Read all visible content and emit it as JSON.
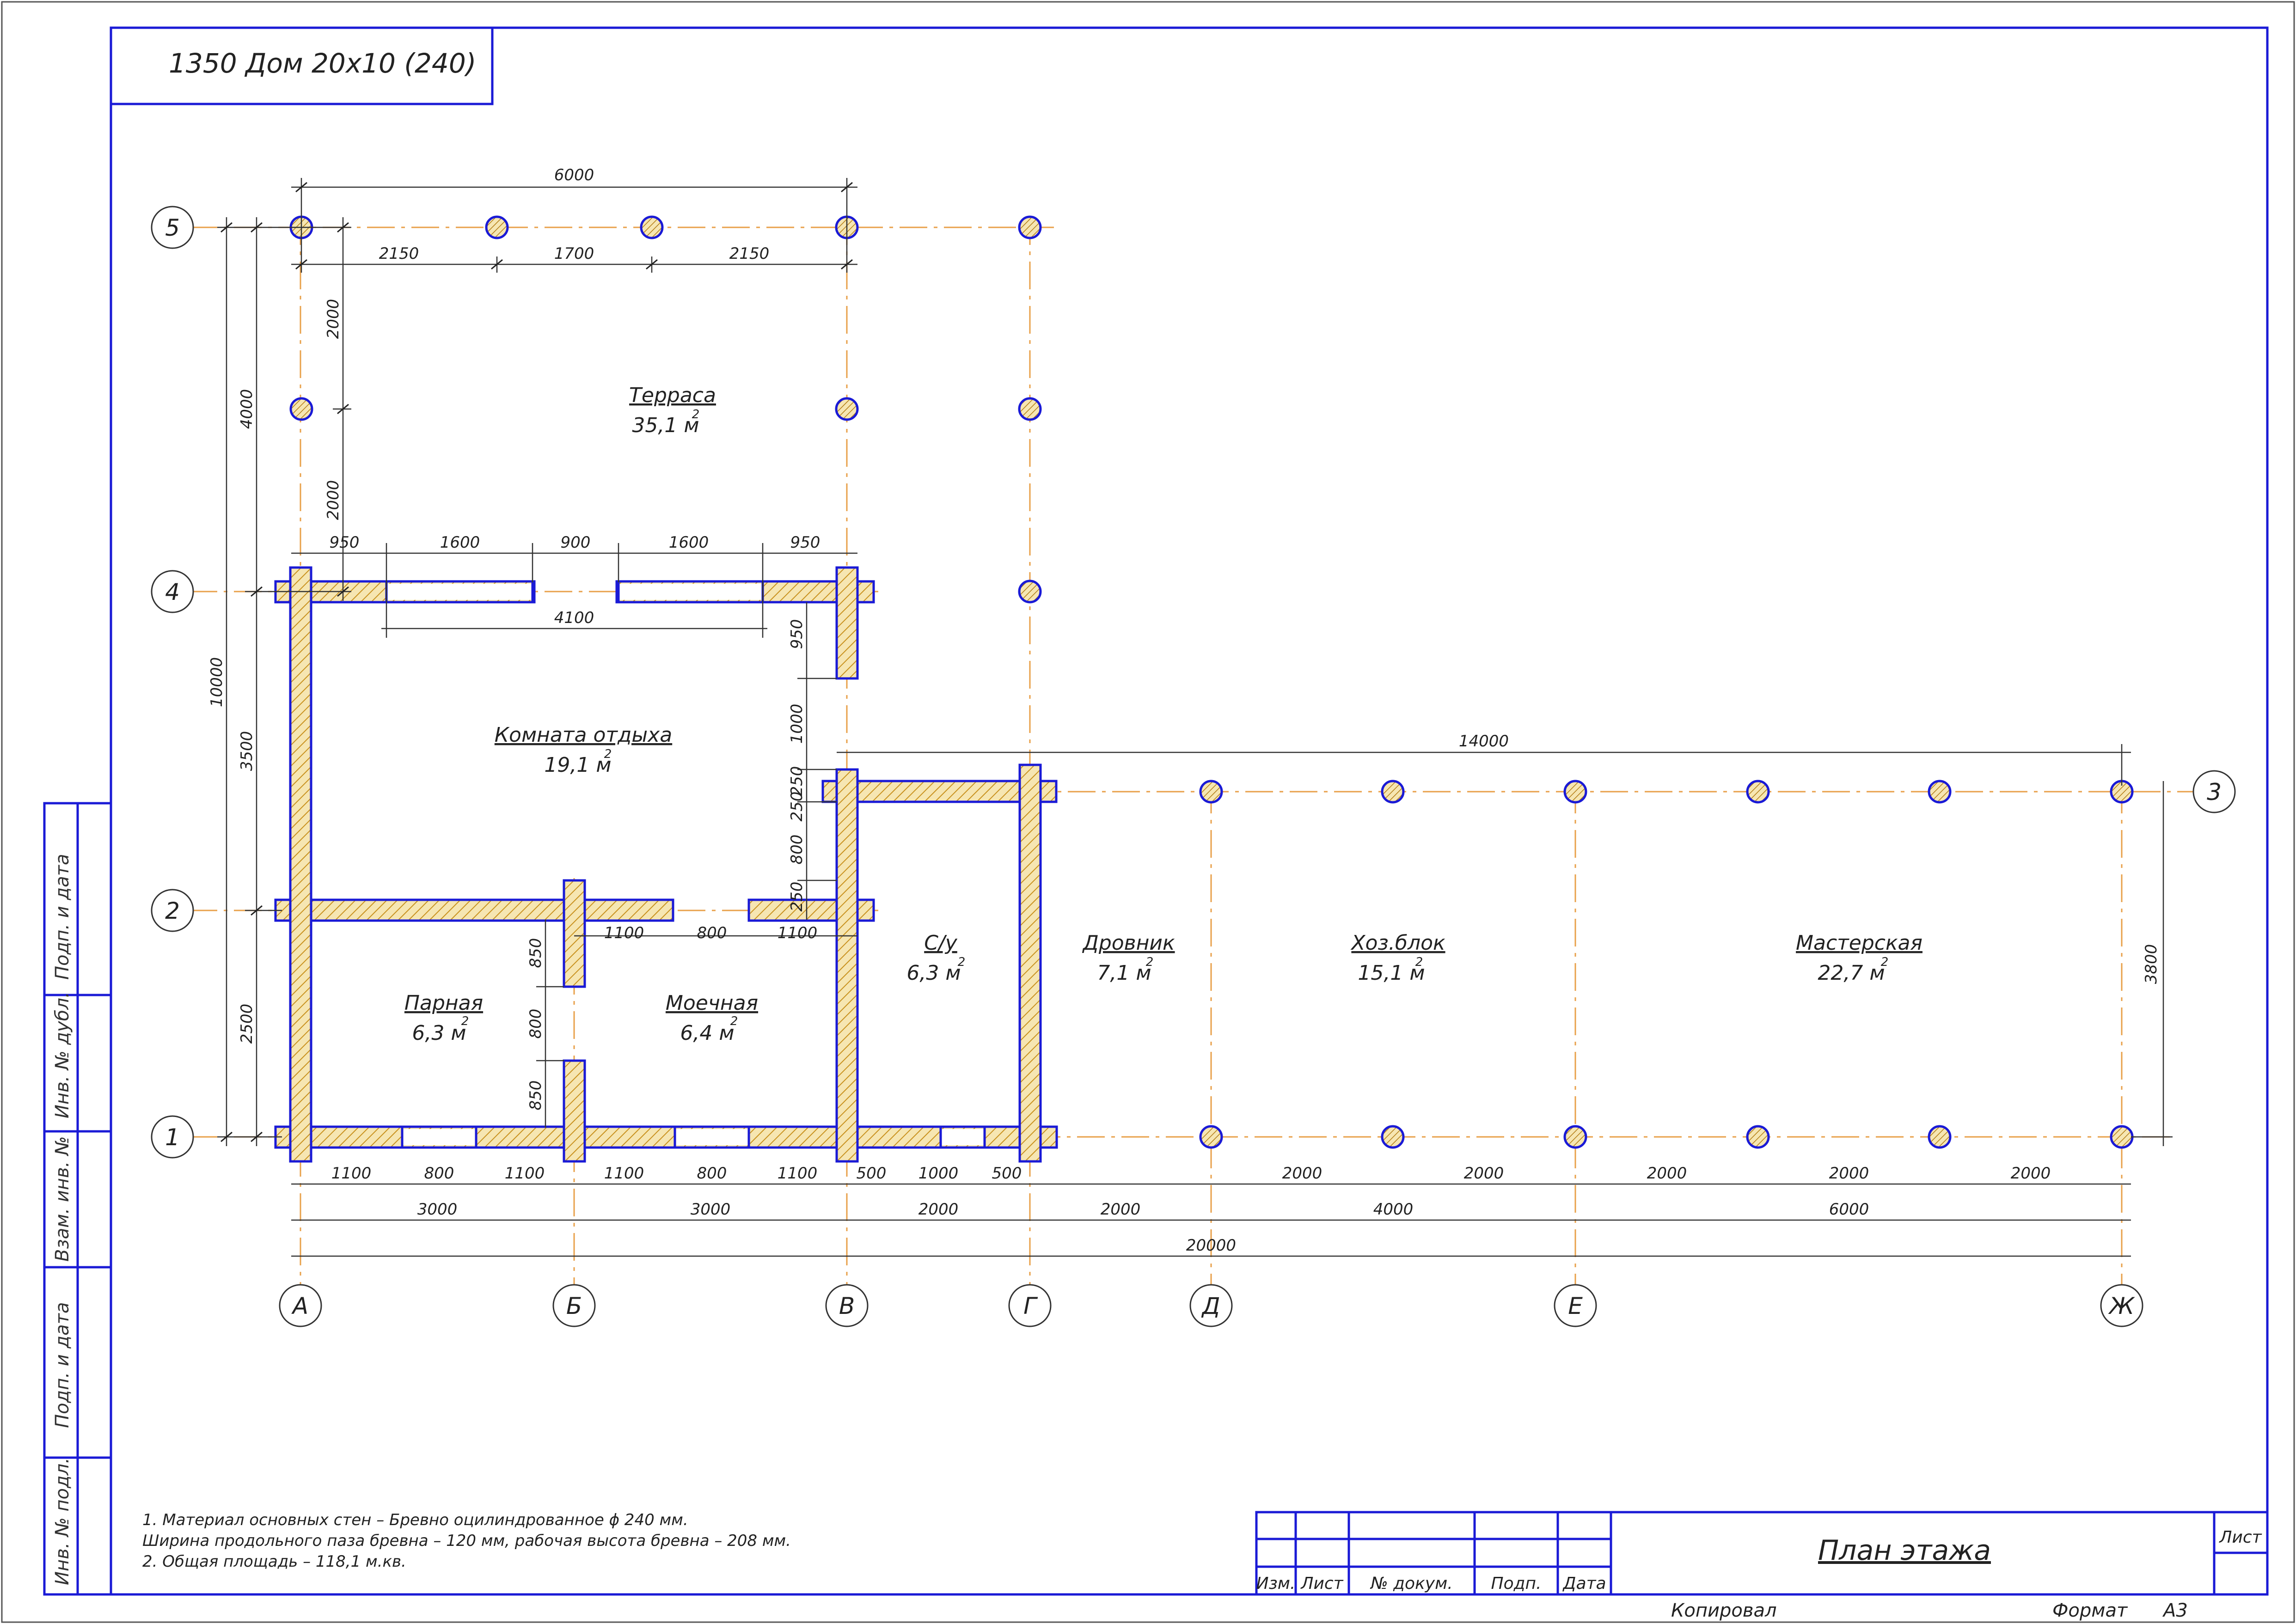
{
  "title_block": {
    "project": "1350 Дом 20х10 (240)",
    "sheet_title": "План этажа",
    "col_headers": [
      "Изм.",
      "Лист",
      "№ докум.",
      "Подп.",
      "Дата"
    ],
    "sheet_label": "Лист",
    "copied": "Копировал",
    "format_label": "Формат",
    "format_value": "А3"
  },
  "side_stamp": [
    "Подп. и дата",
    "Инв. № дубл.",
    "Взам. инв. №",
    "Подп. и дата",
    "Инв. № подл."
  ],
  "axes": {
    "vertical": [
      "А",
      "Б",
      "В",
      "Г",
      "Д",
      "Е",
      "Ж"
    ],
    "horizontal": [
      "5",
      "4",
      "2",
      "1",
      "3"
    ]
  },
  "rooms": [
    {
      "name": "Терраса",
      "area": "35,1 м"
    },
    {
      "name": "Комната отдыха",
      "area": "19,1 м"
    },
    {
      "name": "Парная",
      "area": "6,3 м"
    },
    {
      "name": "Моечная",
      "area": "6,4 м"
    },
    {
      "name": "С/у",
      "area": "6,3 м"
    },
    {
      "name": "Дровник",
      "area": "7,1 м"
    },
    {
      "name": "Хоз.блок",
      "area": "15,1 м"
    },
    {
      "name": "Мастерская",
      "area": "22,7 м"
    }
  ],
  "area_sup": "2",
  "dimensions": {
    "top_total": "6000",
    "top_chain": [
      "2150",
      "1700",
      "2150"
    ],
    "left_chain": [
      "2000",
      "2000"
    ],
    "left_mid": "4000",
    "left_total": "10000",
    "left_3500": "3500",
    "left_2500": "2500",
    "wall4_chain": [
      "950",
      "1600",
      "900",
      "1600",
      "950"
    ],
    "wall4_inner": "4100",
    "v_b_chain": [
      "950",
      "1000",
      "250",
      "250",
      "800",
      "250"
    ],
    "h_2_chain": [
      "1100",
      "800",
      "1100"
    ],
    "b_chain": [
      "850",
      "800",
      "850"
    ],
    "right_14000": "14000",
    "right_3800": "3800",
    "bottom_row1": [
      "1100",
      "800",
      "1100",
      "1100",
      "800",
      "1100",
      "500",
      "1000",
      "500",
      "2000",
      "2000",
      "2000",
      "2000",
      "2000"
    ],
    "bottom_row2": [
      "3000",
      "3000",
      "2000",
      "2000",
      "4000",
      "6000"
    ],
    "bottom_total": "20000"
  },
  "notes": [
    "1. Материал основных стен – Бревно оцилиндрованное ϕ 240 мм.",
    "Ширина продольного паза бревна – 120 мм, рабочая высота бревна – 208 мм.",
    "2. Общая площадь – 118,1 м.кв."
  ],
  "colors": {
    "frame": "#1a1ad6",
    "axis": "#e8a04a",
    "wall_fill": "#f6e6b2",
    "dim": "#222222"
  }
}
